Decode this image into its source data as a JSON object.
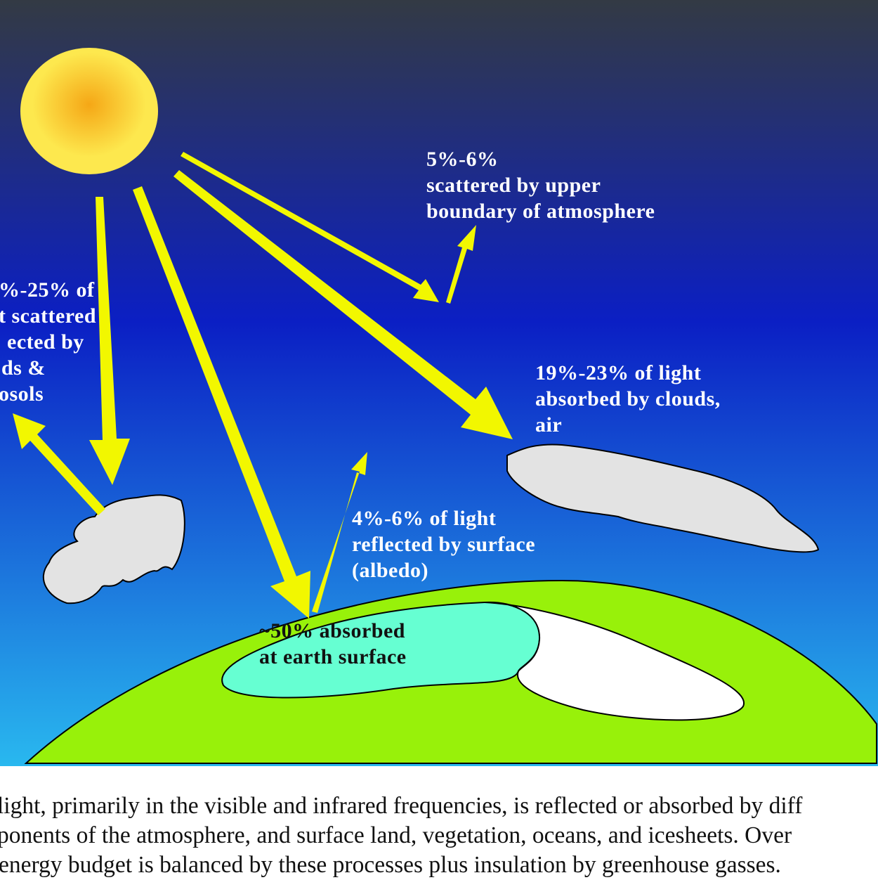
{
  "colors": {
    "sky_top": "#333a44",
    "sky_mid": "#0b1fc4",
    "sky_bottom": "#29b8ef",
    "sun": "#fde84e",
    "sun_core": "#f5a716",
    "arrow": "#f2f700",
    "earth": "#98f10a",
    "ocean": "#66ffd2",
    "ice": "#ffffff",
    "cloud": "#e3e3e3",
    "label_text": "#ffffff"
  },
  "labels": {
    "upper_boundary": {
      "line1": "5%-6%",
      "line2": "scattered by upper",
      "line3": "boundary of atmosphere"
    },
    "clouds_scatter": {
      "line1": "%-25% of",
      "line2": "t scattered",
      "line3": "ected by",
      "line4": "ds &",
      "line5": "osols"
    },
    "clouds_air": {
      "line1": "19%-23% of light",
      "line2": "absorbed by clouds,",
      "line3": "air"
    },
    "surface_reflect": {
      "line1": "4%-6% of light",
      "line2": "reflected by surface",
      "line3": "(albedo)"
    },
    "surface_absorb": {
      "line1": "~50% absorbed",
      "line2": "at earth surface"
    }
  },
  "caption": {
    "line1": "light, primarily in the visible and infrared frequencies, is reflected or absorbed by diff",
    "line2": "ponents of the atmosphere, and surface land, vegetation, oceans, and icesheets.  Over",
    "line3": "energy budget is balanced by these processes plus insulation by greenhouse gasses."
  }
}
